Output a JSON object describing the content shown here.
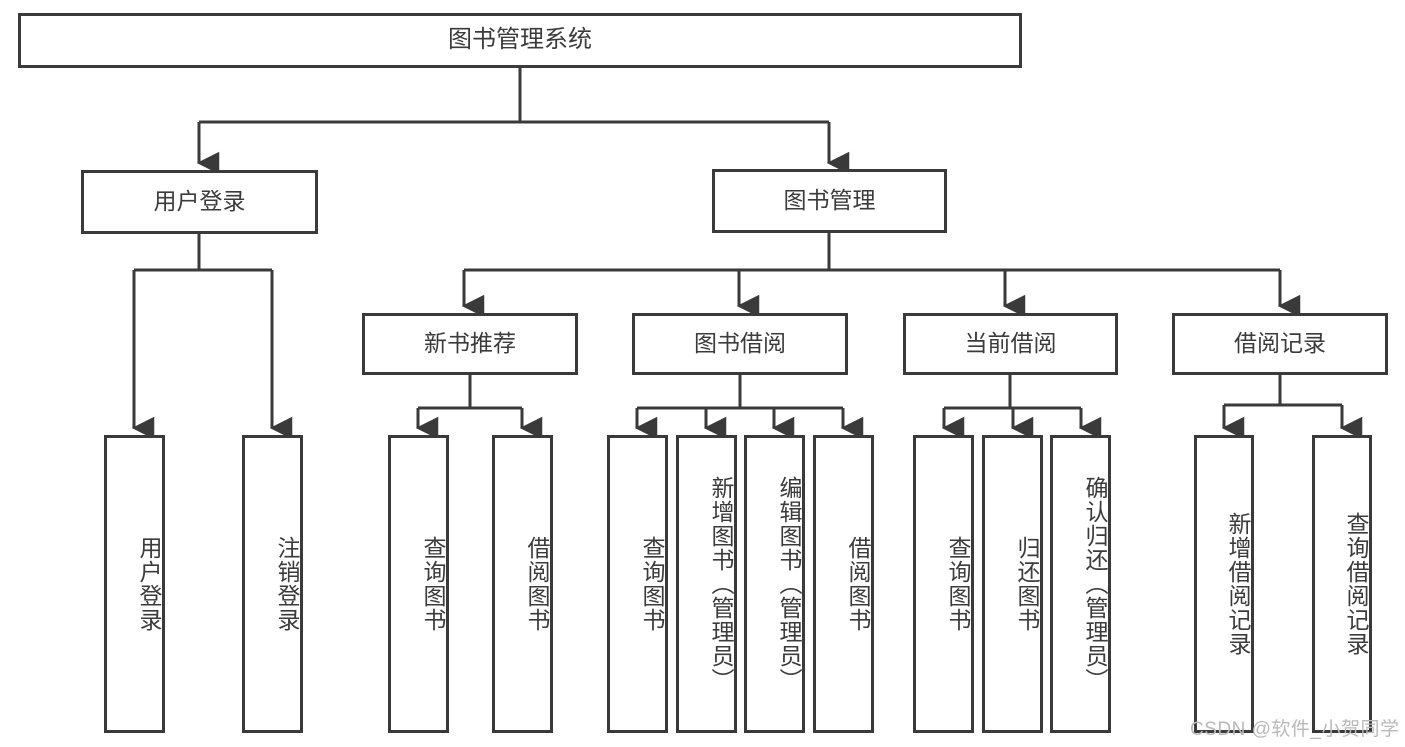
{
  "diagram": {
    "title": "图书管理系统",
    "type": "tree-hierarchy-diagram",
    "watermark": "CSDN @软件_小贺同学",
    "colors": {
      "stroke": "#3a3a3a",
      "fill": "#ffffff",
      "text": "#3b3b3b",
      "watermark": "#b9b9b9"
    },
    "root": {
      "label": "图书管理系统"
    },
    "level1": [
      {
        "id": "user-login",
        "label": "用户登录"
      },
      {
        "id": "book-management",
        "label": "图书管理"
      }
    ],
    "level2": [
      {
        "id": "new-book-recommend",
        "label": "新书推荐",
        "parent": "book-management"
      },
      {
        "id": "book-borrow",
        "label": "图书借阅",
        "parent": "book-management"
      },
      {
        "id": "current-borrow",
        "label": "当前借阅",
        "parent": "book-management"
      },
      {
        "id": "borrow-record",
        "label": "借阅记录",
        "parent": "book-management"
      }
    ],
    "leaves": {
      "user-login": [
        {
          "id": "leaf-user-login",
          "label": "用户登录"
        },
        {
          "id": "leaf-logout-login",
          "label": "注销登录"
        }
      ],
      "new-book-recommend": [
        {
          "id": "leaf-query-book-1",
          "label": "查询图书"
        },
        {
          "id": "leaf-borrow-book-1",
          "label": "借阅图书"
        }
      ],
      "book-borrow": [
        {
          "id": "leaf-query-book-2",
          "label": "查询图书"
        },
        {
          "id": "leaf-add-book-admin",
          "label": "新增图书（管理员）"
        },
        {
          "id": "leaf-edit-book-admin",
          "label": "编辑图书（管理员）"
        },
        {
          "id": "leaf-borrow-book-2",
          "label": "借阅图书"
        }
      ],
      "current-borrow": [
        {
          "id": "leaf-query-book-3",
          "label": "查询图书"
        },
        {
          "id": "leaf-return-book",
          "label": "归还图书"
        },
        {
          "id": "leaf-confirm-return-admin",
          "label": "确认归还（管理员）"
        }
      ],
      "borrow-record": [
        {
          "id": "leaf-add-borrow-record",
          "label": "新增借阅记录"
        },
        {
          "id": "leaf-query-borrow-record",
          "label": "查询借阅记录"
        }
      ]
    }
  }
}
